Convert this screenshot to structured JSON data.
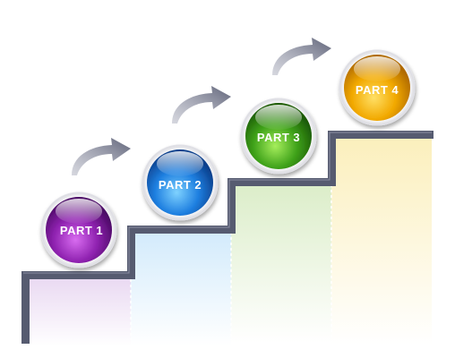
{
  "steps": [
    {
      "label": "PART 1",
      "color": "#8e24aa",
      "fill": "#ead7f1"
    },
    {
      "label": "PART 2",
      "color": "#1e7fe0",
      "fill": "#d5ecfa"
    },
    {
      "label": "PART 3",
      "color": "#3fa21a",
      "fill": "#e0efcf"
    },
    {
      "label": "PART 4",
      "color": "#f2a900",
      "fill": "#fbf1c4"
    }
  ],
  "colors": {
    "stair_outline": "#555a6e",
    "arrow": "#6e7288"
  },
  "icons": {
    "arrow": "curved-arrow-right-icon",
    "ball": "glossy-sphere"
  }
}
